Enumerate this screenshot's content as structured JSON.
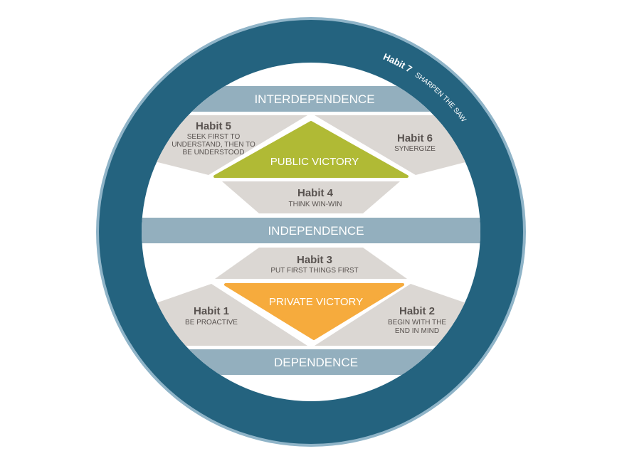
{
  "colors": {
    "ring_outer_edge": "#8fb4c8",
    "ring": "#24637f",
    "band": "#93afbe",
    "habit_shape": "#dbd7d3",
    "public_victory": "#b0ba35",
    "private_victory": "#f6ab3d",
    "habit_text": "#58524f"
  },
  "ring": {
    "title": "Habit 7",
    "description": "SHARPEN THE SAW"
  },
  "bands": {
    "interdependence": "INTERDEPENDENCE",
    "independence": "INDEPENDENCE",
    "dependence": "DEPENDENCE"
  },
  "victories": {
    "public": "PUBLIC VICTORY",
    "private": "PRIVATE VICTORY"
  },
  "habits": {
    "h1": {
      "title": "Habit 1",
      "lines": [
        "BE PROACTIVE"
      ]
    },
    "h2": {
      "title": "Habit 2",
      "lines": [
        "BEGIN WITH THE",
        "END IN MIND"
      ]
    },
    "h3": {
      "title": "Habit 3",
      "lines": [
        "PUT FIRST THINGS FIRST"
      ]
    },
    "h4": {
      "title": "Habit 4",
      "lines": [
        "THINK WIN-WIN"
      ]
    },
    "h5": {
      "title": "Habit 5",
      "lines": [
        "SEEK FIRST TO",
        "UNDERSTAND, THEN TO",
        "BE UNDERSTOOD"
      ]
    },
    "h6": {
      "title": "Habit 6",
      "lines": [
        "SYNERGIZE"
      ]
    }
  }
}
